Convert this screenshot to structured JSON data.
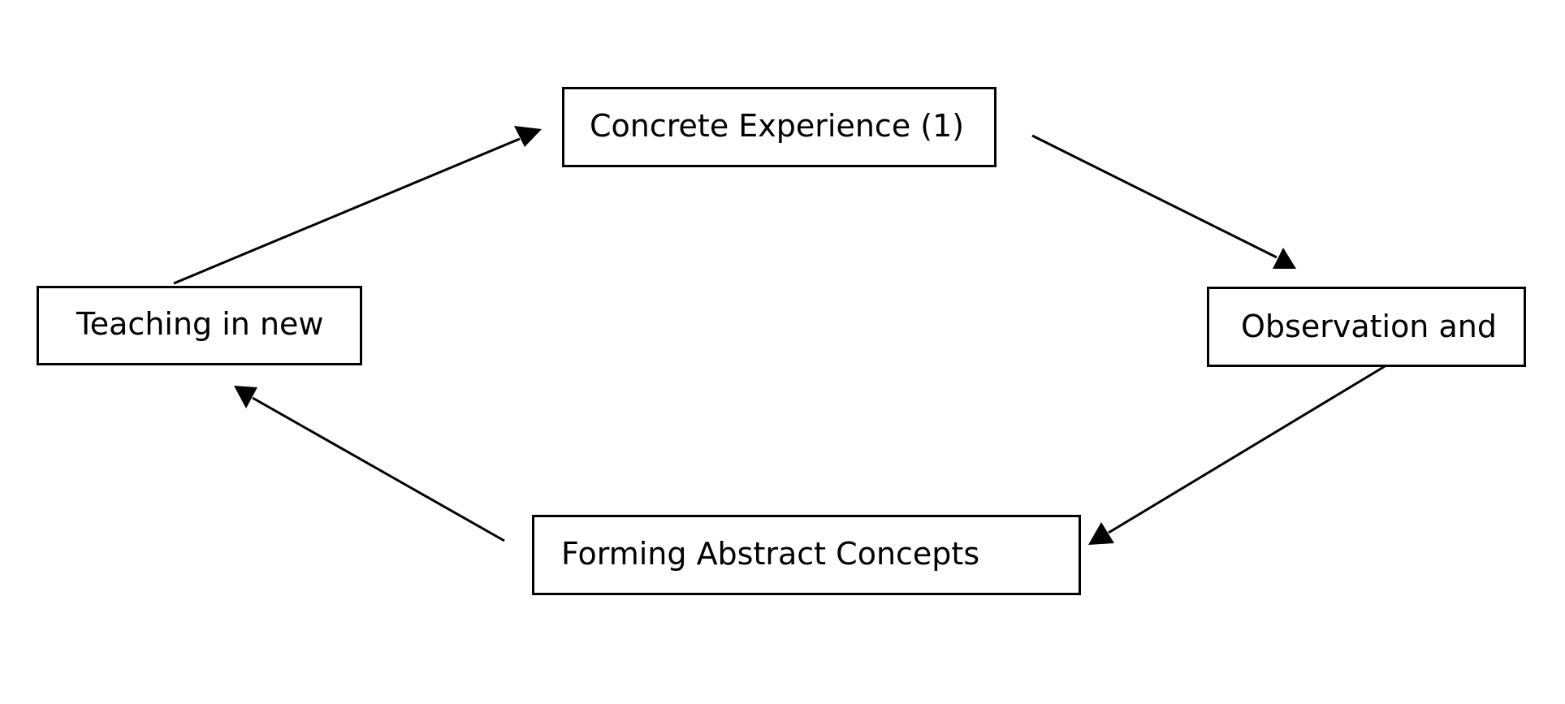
{
  "diagram": {
    "stages": {
      "concrete": {
        "label": "Concrete Experience (1)"
      },
      "observation": {
        "label": "Observation and"
      },
      "abstract": {
        "label": "Forming Abstract Concepts"
      },
      "teaching": {
        "label": "Teaching in new"
      }
    },
    "arrows": [
      {
        "from": "teaching",
        "to": "concrete"
      },
      {
        "from": "concrete",
        "to": "observation"
      },
      {
        "from": "observation",
        "to": "abstract"
      },
      {
        "from": "abstract",
        "to": "teaching"
      }
    ],
    "colors": {
      "line": "#000000",
      "background": "#ffffff"
    }
  }
}
